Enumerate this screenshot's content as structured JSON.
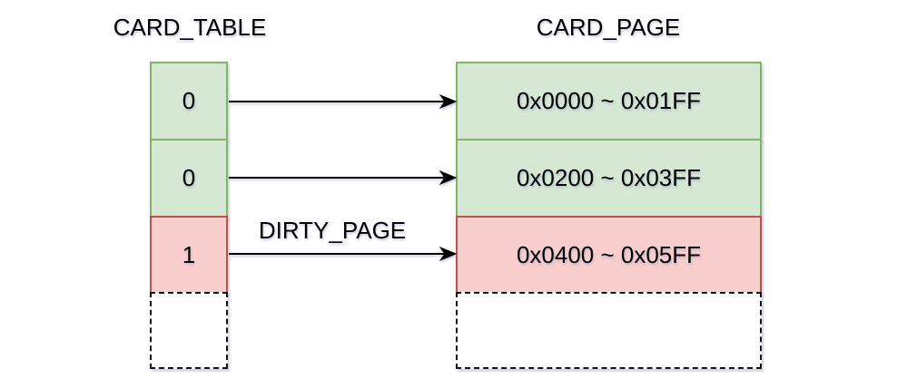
{
  "diagram": {
    "card_table": {
      "title": "CARD_TABLE",
      "cells": [
        {
          "value": "0",
          "state": "clean"
        },
        {
          "value": "0",
          "state": "clean"
        },
        {
          "value": "1",
          "state": "dirty"
        },
        {
          "value": "",
          "state": "empty"
        }
      ]
    },
    "card_page": {
      "title": "CARD_PAGE",
      "cells": [
        {
          "range": "0x0000 ~ 0x01FF",
          "state": "clean"
        },
        {
          "range": "0x0200 ~ 0x03FF",
          "state": "clean"
        },
        {
          "range": "0x0400 ~ 0x05FF",
          "state": "dirty"
        },
        {
          "range": "",
          "state": "empty"
        }
      ]
    },
    "arrows": [
      {
        "from": "card_table.0",
        "to": "card_page.0",
        "label": ""
      },
      {
        "from": "card_table.1",
        "to": "card_page.1",
        "label": ""
      },
      {
        "from": "card_table.2",
        "to": "card_page.2",
        "label": "DIRTY_PAGE"
      }
    ],
    "colors": {
      "clean_fill": "#d5e8d4",
      "clean_border": "#82b366",
      "dirty_fill": "#f8cecc",
      "dirty_border": "#b85450",
      "empty_border": "#141414",
      "arrow": "#000000",
      "text": "#000000",
      "background": "#ffffff"
    }
  }
}
